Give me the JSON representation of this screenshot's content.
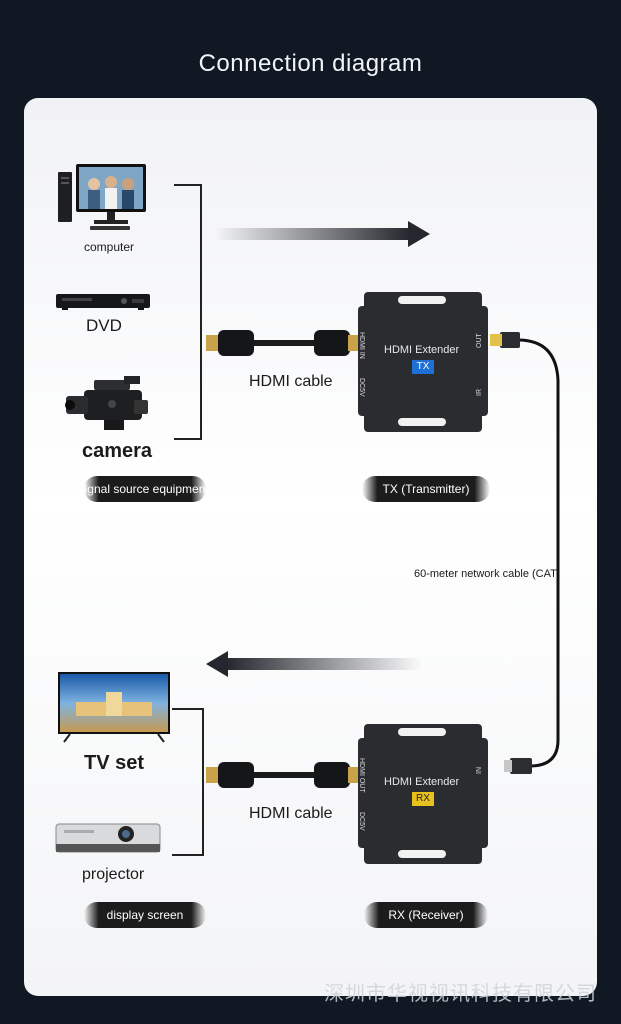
{
  "title": "Connection diagram",
  "sources": {
    "computer": "computer",
    "dvd": "DVD",
    "camera": "camera",
    "group_label": "ignal source equipmen"
  },
  "tx": {
    "device_title": "HDMI Extender",
    "badge": "TX",
    "port_in": "HDMI IN",
    "port_out": "OUT",
    "port_power": "DC5V",
    "port_ir": "IR",
    "label": "TX (Transmitter)"
  },
  "rx": {
    "device_title": "HDMI Extender",
    "badge": "RX",
    "port_out": "HDMI OUT",
    "port_in": "IN",
    "port_power": "DC5V",
    "label": "RX (Receiver)"
  },
  "cables": {
    "hdmi_top": "HDMI cable",
    "hdmi_bottom": "HDMI cable",
    "network": "60-meter network cable (CAT"
  },
  "displays": {
    "tv": "TV set",
    "projector": "projector",
    "group_label": "display screen"
  },
  "watermark": "深圳市华视视讯科技有限公司",
  "colors": {
    "background": "#101823",
    "device_body": "#2a2c30",
    "tx_badge": "#1e6fd6",
    "rx_badge": "#e8c21c"
  }
}
